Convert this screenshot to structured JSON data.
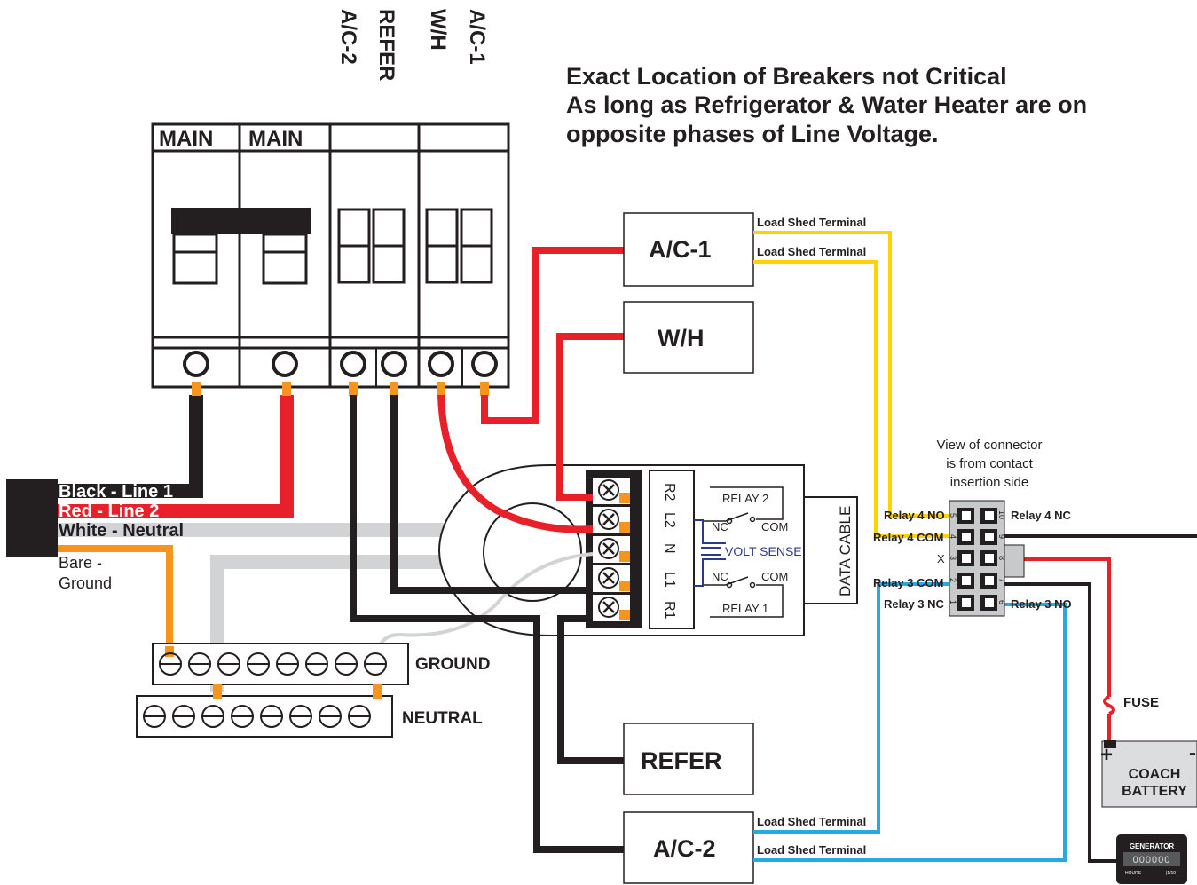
{
  "colors": {
    "red": "#e8202a",
    "black": "#231f20",
    "white_wire": "#d2d3d5",
    "orange": "#f7941d",
    "yellow": "#ffd200",
    "blue": "#27aae1",
    "navy": "#2b3a8c",
    "gray_fill": "#dcdddf"
  },
  "heading": {
    "line1": "Exact Location of Breakers not Critical",
    "line2": "As long as Refrigerator & Water Heater are on",
    "line3": "opposite phases of Line Voltage."
  },
  "panel": {
    "main1": "MAIN",
    "main2": "MAIN",
    "vertical_labels": [
      "A/C-2",
      "REFER",
      "W/H",
      "A/C-1"
    ]
  },
  "wires": {
    "black": "Black - Line 1",
    "red": "Red - Line 2",
    "white": "White - Neutral",
    "bare1": "Bare -",
    "bare2": "Ground"
  },
  "bars": {
    "ground": "GROUND",
    "neutral": "NEUTRAL"
  },
  "module": {
    "terminals": [
      "R2",
      "L2",
      "N",
      "L1",
      "R1"
    ],
    "relay2": "RELAY 2",
    "relay1": "RELAY 1",
    "nc": "NC",
    "com": "COM",
    "volt_sense": "VOLT SENSE",
    "data_cable": "DATA CABLE"
  },
  "loads": {
    "ac1": "A/C-1",
    "wh": "W/H",
    "refer": "REFER",
    "ac2": "A/C-2"
  },
  "load_shed": "Load Shed Terminal",
  "connector": {
    "note1": "View of connector",
    "note2": "is from contact",
    "note3": "insertion side",
    "relay4_no": "Relay 4 NO",
    "relay4_com": "Relay 4 COM",
    "x": "X",
    "relay3_com": "Relay 3 COM",
    "relay3_nc": "Relay 3 NC",
    "relay4_nc": "Relay 4 NC",
    "relay3_no": "Relay 3 NO",
    "pins_left": [
      "5",
      "4",
      "3",
      "2",
      "1"
    ],
    "pins_right": [
      "10",
      "9",
      "8",
      "7",
      "6"
    ]
  },
  "battery": {
    "fuse": "FUSE",
    "plus": "+",
    "minus": "-",
    "line1": "COACH",
    "line2": "BATTERY"
  },
  "hourmeter": {
    "title": "GENERATOR",
    "digits": "000000",
    "hours": "HOURS",
    "tenths": "|1/10"
  }
}
